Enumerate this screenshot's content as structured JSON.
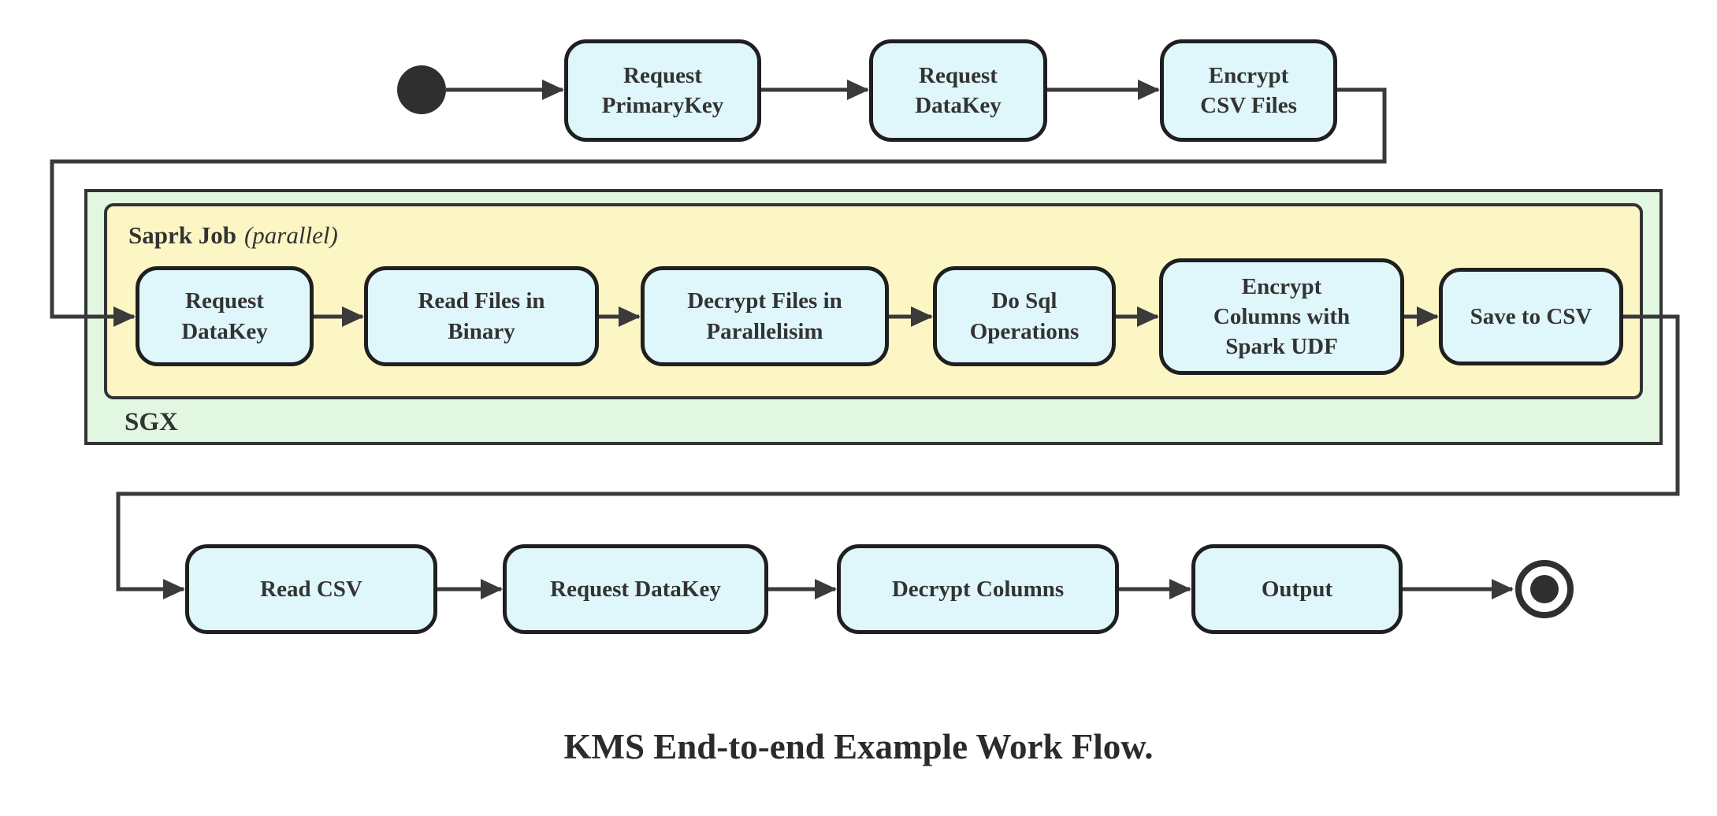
{
  "diagram": {
    "caption": "KMS End-to-end Example Work Flow.",
    "top_flow": {
      "nodes": [
        {
          "label": "Request\nPrimaryKey"
        },
        {
          "label": "Request\nDataKey"
        },
        {
          "label": "Encrypt\nCSV Files"
        }
      ]
    },
    "sgx_region": {
      "label": "SGX",
      "spark_job_region": {
        "title": "Saprk Job",
        "title_annotation": "(parallel)",
        "nodes": [
          {
            "label": "Request\nDataKey"
          },
          {
            "label": "Read Files in\nBinary"
          },
          {
            "label": "Decrypt Files in\nParallelisim"
          },
          {
            "label": "Do Sql\nOperations"
          },
          {
            "label": "Encrypt\nColumns with\nSpark UDF"
          },
          {
            "label": "Save to CSV"
          }
        ]
      }
    },
    "bottom_flow": {
      "nodes": [
        {
          "label": "Read CSV"
        },
        {
          "label": "Request DataKey"
        },
        {
          "label": "Decrypt Columns"
        },
        {
          "label": "Output"
        }
      ]
    },
    "colors": {
      "node_fill": "#dff6fa",
      "node_border": "#1f1f1f",
      "spark_region_fill": "#fcf6c5",
      "sgx_region_fill": "#e2f7e1",
      "region_border": "#333333",
      "connector": "#3a3a3a",
      "text": "#333333"
    }
  }
}
